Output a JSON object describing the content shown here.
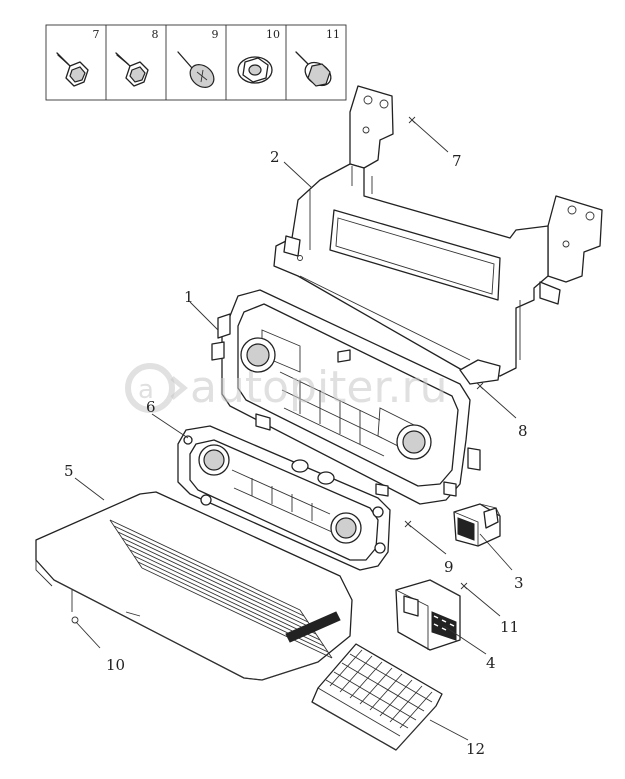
{
  "hardware_panel": {
    "items": [
      {
        "number": "7",
        "icon": "flange-bolt-icon"
      },
      {
        "number": "8",
        "icon": "flange-bolt-icon"
      },
      {
        "number": "9",
        "icon": "self-tapping-screw-icon"
      },
      {
        "number": "10",
        "icon": "flange-nut-icon"
      },
      {
        "number": "11",
        "icon": "bolt-with-washer-icon"
      }
    ]
  },
  "callouts": {
    "c1": "1",
    "c2": "2",
    "c3": "3",
    "c4": "4",
    "c5": "5",
    "c6": "6",
    "c7": "7",
    "c8": "8",
    "c9": "9",
    "c10": "10",
    "c11": "11",
    "c12": "12"
  },
  "watermark": "autopiter.ru",
  "colors": {
    "line": "#222222",
    "watermark": "#c8c8c8",
    "background": "#ffffff"
  }
}
